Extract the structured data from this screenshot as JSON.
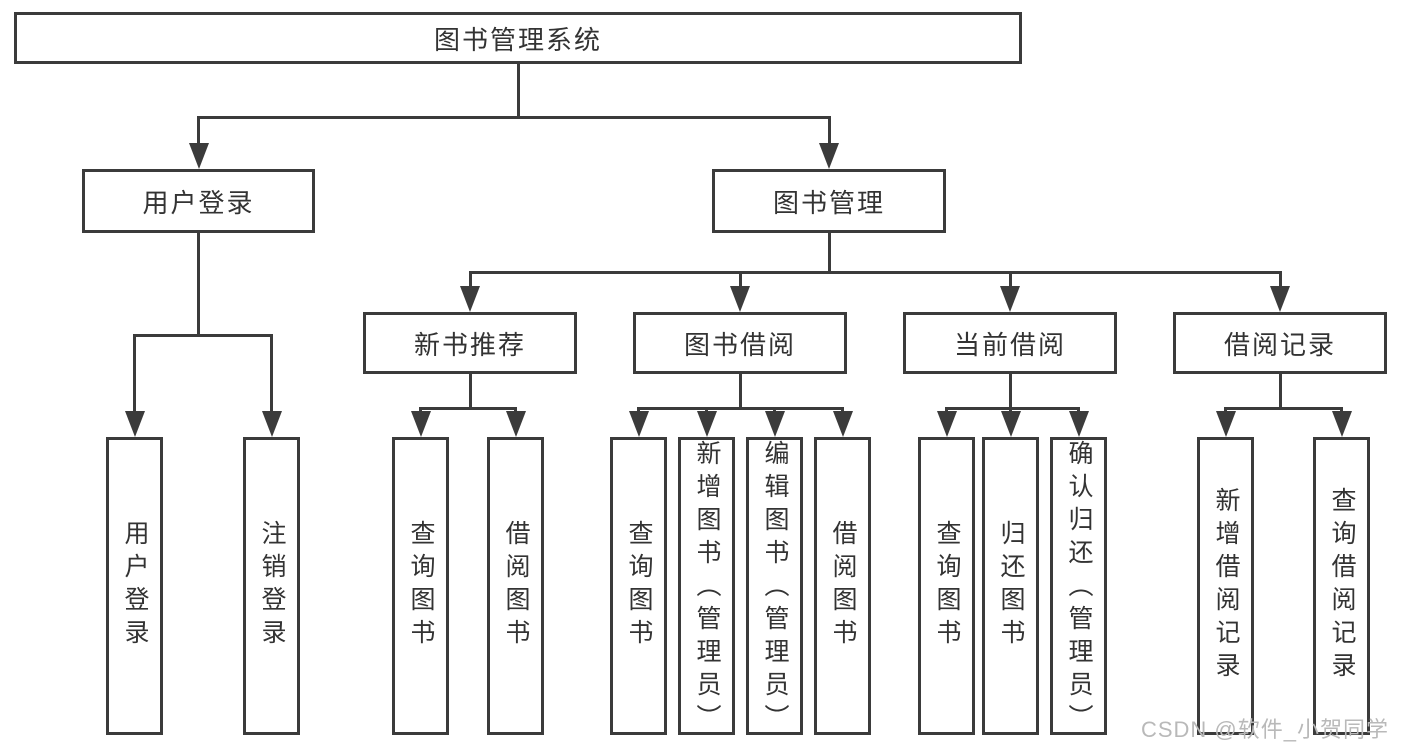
{
  "nodes": {
    "root": "图书管理系统",
    "user_login": "用户登录",
    "book_mgmt": "图书管理",
    "new_book_rec": "新书推荐",
    "book_borrow": "图书借阅",
    "current_borrow": "当前借阅",
    "borrow_record": "借阅记录",
    "leaf_user_login": "用户登录",
    "leaf_logout": "注销登录",
    "leaf_nb_query_book": "查询图书",
    "leaf_nb_borrow_book": "借阅图书",
    "leaf_bb_query_book": "查询图书",
    "leaf_bb_add_book": "新增图书（管理员）",
    "leaf_bb_edit_book": "编辑图书（管理员）",
    "leaf_bb_borrow_book": "借阅图书",
    "leaf_cb_query_book": "查询图书",
    "leaf_cb_return_book": "归还图书",
    "leaf_cb_confirm_return": "确认归还（管理员）",
    "leaf_br_add_record": "新增借阅记录",
    "leaf_br_query_record": "查询借阅记录"
  },
  "watermark": "CSDN @软件_小贺同学",
  "colors": {
    "line": "#3b3b3b",
    "text": "#333333",
    "watermark": "#b9b9b9",
    "background": "#ffffff"
  }
}
